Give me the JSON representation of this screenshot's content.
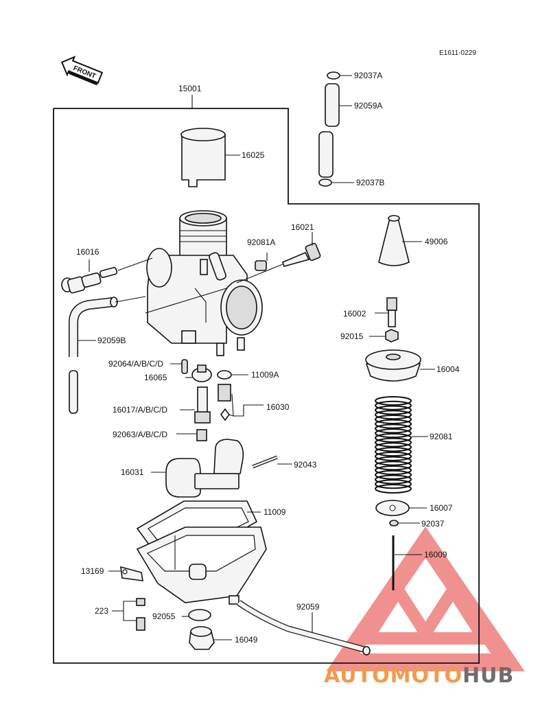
{
  "diagram_code": "E1611-0229",
  "front_label": "FRONT",
  "assembly_number": "15001",
  "parts": {
    "p92037A": "92037A",
    "p92059A": "92059A",
    "p92037B": "92037B",
    "p16025": "16025",
    "p16021": "16021",
    "p92081A": "92081A",
    "p16016": "16016",
    "p49006": "49006",
    "p16002": "16002",
    "p92015": "92015",
    "p92059B": "92059B",
    "p16004": "16004",
    "p92064": "92064/A/B/C/D",
    "p11009A": "11009A",
    "p16065": "16065",
    "p16017": "16017/A/B/C/D",
    "p16030": "16030",
    "p92063": "92063/A/B/C/D",
    "p92081": "92081",
    "p16031": "16031",
    "p92043": "92043",
    "p11009": "11009",
    "p16007": "16007",
    "p92037": "92037",
    "p16009": "16009",
    "p13169": "13169",
    "p223": "223",
    "p92055": "92055",
    "p92059": "92059",
    "p16049": "16049"
  },
  "watermark": {
    "part1": "AUTOMOTO",
    "part2": "HUB",
    "color1": "#f29a4a",
    "color2": "#6d6d6d",
    "logo_color": "#e53935"
  }
}
